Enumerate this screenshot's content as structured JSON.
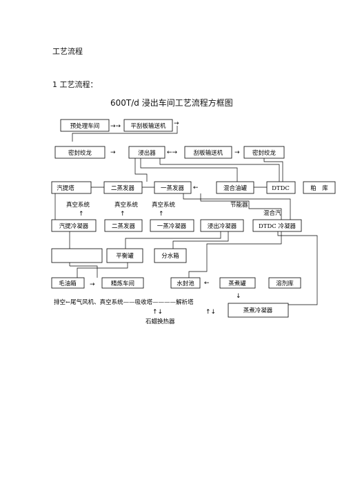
{
  "headings": {
    "section": "工艺流程",
    "subsection": "1 工艺流程：",
    "diagram_title": "600T/d 浸出车间工艺流程方框图"
  },
  "boxes": {
    "pretreatment": "预处理车间",
    "flat_scraper": "平刮板输送机",
    "sealed_auger_1": "密封绞龙",
    "extractor": "浸出器",
    "scraper_conveyor": "刮板输送机",
    "sealed_auger_2": "密封绞龙",
    "stripper": "汽提塔",
    "second_evaporator": "二蒸发器",
    "first_evaporator": "一蒸发器",
    "mixed_oil_tank": "混合油罐",
    "dtdc": "DTDC",
    "meal_store": "粕　库",
    "stripper_condenser": "汽提冷凝器",
    "second_evaporator_lower": "二蒸发器",
    "first_evap_condenser": "一蒸冷凝器",
    "extraction_condenser": "浸出冷凝器",
    "dtdc_condenser": "DTDC 冷凝器",
    "blank_box": "",
    "balance_tank": "平衡罐",
    "water_separator": "分水箱",
    "crude_oil_tank": "毛油箱",
    "refinery": "精炼车间",
    "water_seal_pool": "水封池",
    "cooking_tank": "蒸煮罐",
    "solvent_store": "溶剂库",
    "cooking_condenser": "蒸煮冷凝器"
  },
  "labels": {
    "vacuum_1": "真空系统",
    "vacuum_2": "真空系统",
    "vacuum_3": "真空系统",
    "economizer": "节能器",
    "mixed_steam": "混合汽",
    "exhaust_line": "排空←尾气风机、真空系统——吸收塔————解析塔",
    "paraffin_exchanger": "石蜡换热器"
  }
}
